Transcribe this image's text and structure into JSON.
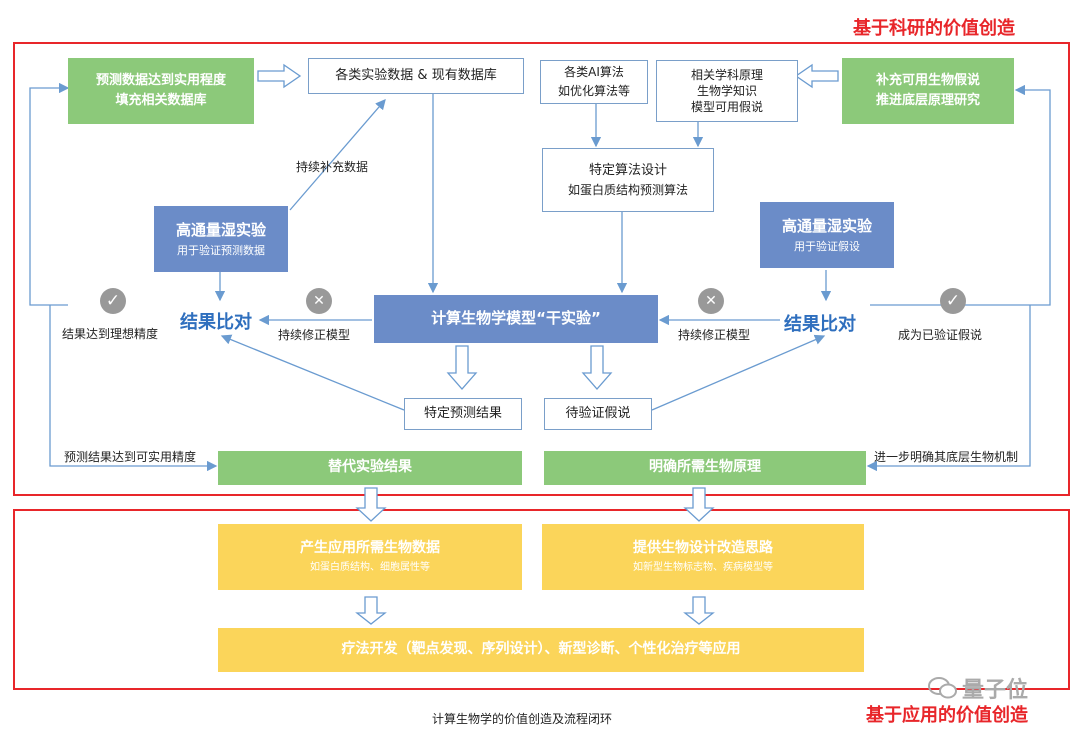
{
  "section_titles": {
    "research": "基于科研的价值创造",
    "application": "基于应用的价值创造"
  },
  "nodes": {
    "predict_db": {
      "line1": "预测数据达到实用程度",
      "line2": "填充相关数据库"
    },
    "exp_data": "各类实验数据 & 现有数据库",
    "ai_algo": {
      "line1": "各类AI算法",
      "line2": "如优化算法等"
    },
    "principles": {
      "line1": "相关学科原理",
      "line2": "生物学知识",
      "line3": "模型可用假说"
    },
    "supplement": {
      "line1": "补充可用生物假说",
      "line2": "推进底层原理研究"
    },
    "algo_design": {
      "line1": "特定算法设计",
      "line2": "如蛋白质结构预测算法"
    },
    "ht_left": {
      "line1": "高通量湿实验",
      "line2": "用于验证预测数据"
    },
    "ht_right": {
      "line1": "高通量湿实验",
      "line2": "用于验证假设"
    },
    "model": "计算生物学模型“干实验”",
    "pred_result": "特定预测结果",
    "hypothesis": "待验证假说",
    "replace_exp": "替代实验结果",
    "clarify": "明确所需生物原理",
    "produce": {
      "line1": "产生应用所需生物数据",
      "line2": "如蛋白质结构、细胞属性等"
    },
    "design": {
      "line1": "提供生物设计改造思路",
      "line2": "如新型生物标志物、疾病模型等"
    },
    "therapy": "疗法开发（靶点发现、序列设计）、新型诊断、个性化治疗等应用"
  },
  "labels": {
    "continue_data": "持续补充数据",
    "compare_left": "结果比对",
    "compare_right": "结果比对",
    "fix_left": "持续修正模型",
    "fix_right": "持续修正模型",
    "ideal": "结果达到理想精度",
    "verified": "成为已验证假说",
    "practical": "预测结果达到可实用精度",
    "further": "进一步明确其底层生物机制"
  },
  "icons": {
    "check": "✓",
    "cross": "✕"
  },
  "caption": "计算生物学的价值创造及流程闭环",
  "watermark": "量子位",
  "colors": {
    "frame": "#e8262a",
    "green": "#8cc97a",
    "blue": "#6b8cc8",
    "yellow": "#fbd55a",
    "arrow": "#6a9bd0",
    "compare_text": "#2f6fbe"
  }
}
